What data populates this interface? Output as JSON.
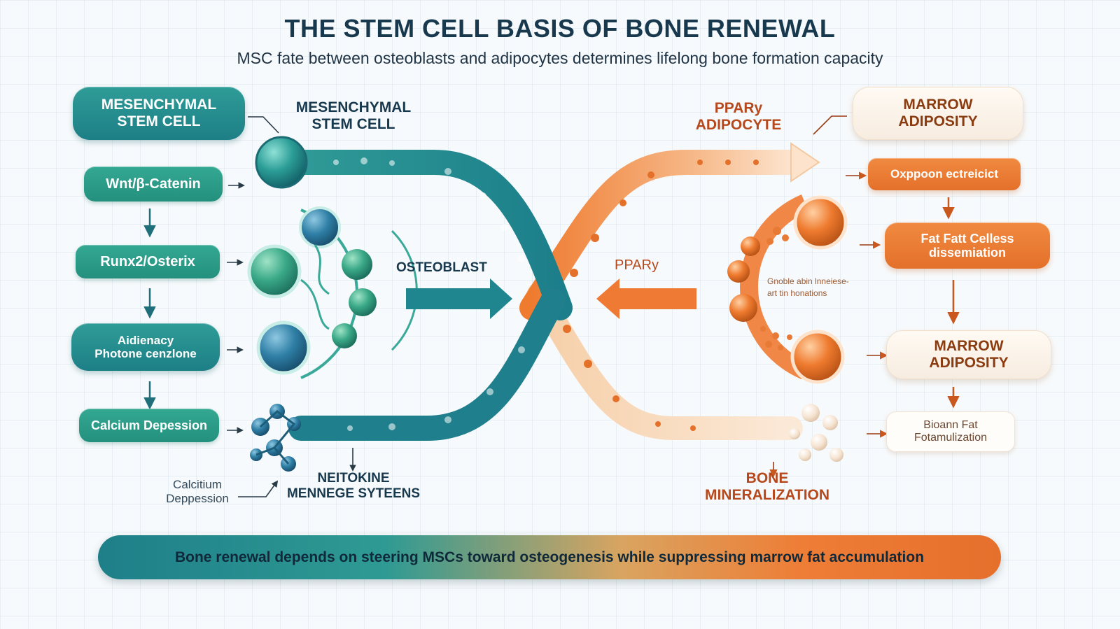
{
  "header": {
    "title": "THE STEM CELL BASIS OF BONE RENEWAL",
    "subtitle": "MSC fate between osteoblasts and adipocytes determines lifelong bone formation capacity"
  },
  "left_column": {
    "msc_box": "MESENCHYMAL\nSTEM CELL",
    "wnt": "Wnt/β-Catenin",
    "runx": "Runx2/Osterix",
    "alkaline": "Aidienacy\nPhotone cenzlone",
    "calcium": "Calcium Depession",
    "calcium_note": "Calcitium\nDeppession"
  },
  "center_labels": {
    "msc_label": "MESENCHYMAL\nSTEM CELL",
    "osteoblast": "OSTEOBLAST",
    "netokine": "NEITOKINE\nMENNEGE SYTEENS",
    "ppar_adipocyte": "PPARy\nADIPOCYTE",
    "ppar": "PPARy",
    "glucose_note": "Gnoble abin lnneiese-\nart tin honations",
    "bone_mineralization": "BONE\nMINERALIZATION"
  },
  "right_column": {
    "marrow_top": "MARROW\nADIPOSITY",
    "oxppoon": "Oxppoon ectreicict",
    "fat_cells": "Fat Fatt Celless\ndissemiation",
    "marrow_mid": "MARROW\nADIPOSITY",
    "bioan_fat": "Bioann Fat\nFotamulization"
  },
  "footer": {
    "banner": "Bone renewal depends on steering MSCs toward osteogenesis while suppressing marrow fat accumulation"
  },
  "colors": {
    "teal": "#1d8289",
    "teal_light": "#3aa9a0",
    "orange": "#ee7a33",
    "cream": "#fbeee0",
    "navy_text": "#17384d",
    "orange_text": "#b6481c"
  }
}
